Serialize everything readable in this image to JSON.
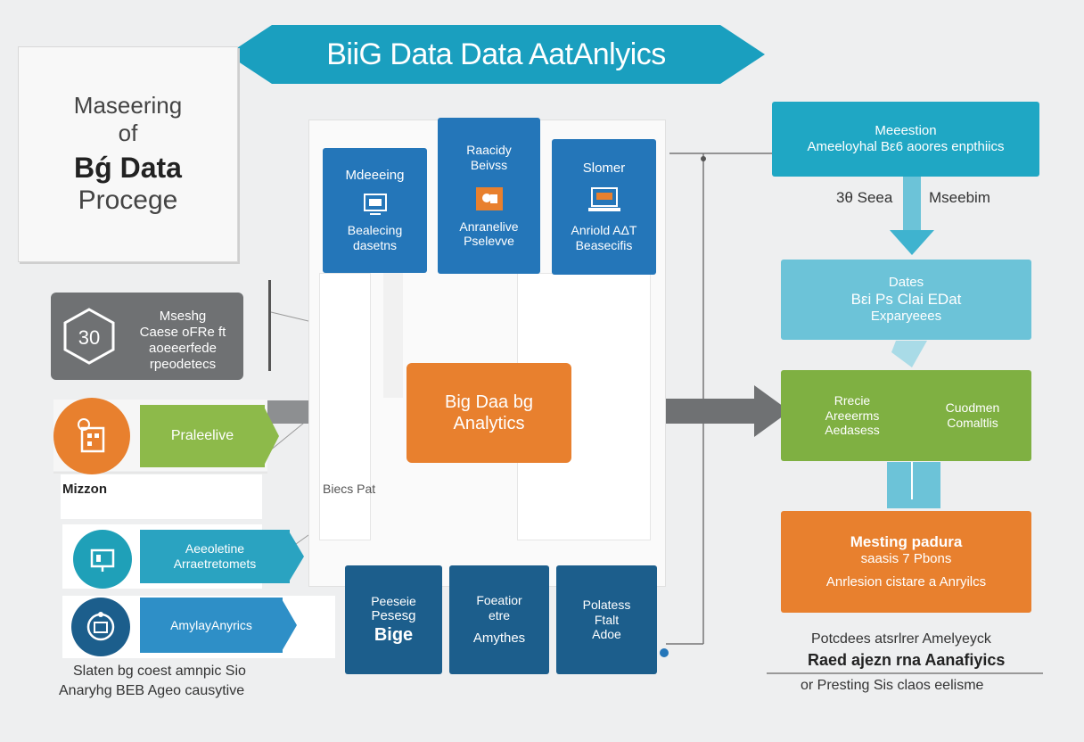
{
  "banner": {
    "title": "BiiG Data Data AatAnlyics",
    "color": "#1a9fbf"
  },
  "title_card": {
    "line1": "Maseering",
    "line2": "of",
    "line3": "Bǵ Data",
    "line4": "Procege"
  },
  "left": {
    "grey_block": {
      "icon_text": "30",
      "text": [
        "Mseshg",
        "Caese oFRe ft",
        "aoeeerfede",
        "rpeodetecs"
      ]
    },
    "green_pill": "Praleelive",
    "brand": "Mizzon",
    "teal_pill": [
      "Aeeoletine",
      "Arraetretomets"
    ],
    "blue_pill": "AmylayAnyrics",
    "caption1": "Slaten bg coest amnpic Sio",
    "caption2": "Anaryhg BEB Ageo causytive"
  },
  "center": {
    "card1": {
      "title": "Mdeeeing",
      "sub": [
        "Bealecing",
        "dasetns"
      ]
    },
    "card2": {
      "title": [
        "Raacidy",
        "Beivss"
      ],
      "sub": [
        "Anranelive",
        "Pselevve"
      ]
    },
    "card3": {
      "title": "Slomer",
      "sub": [
        "Anriold AΔT",
        "Beasecifis"
      ]
    },
    "core": [
      "Big Daa bg",
      "Analytics"
    ],
    "side_label": "Biecs Pat",
    "bottom1": [
      "Peeseie",
      "Pesesg",
      "Bige"
    ],
    "bottom2": [
      "Foeatior",
      "etre",
      "Amythes"
    ],
    "bottom3": [
      "Polatess",
      "Ftalt",
      "Adoe"
    ]
  },
  "right": {
    "box1": [
      "Meeestion",
      "Ameeloyhal Bε6 aoores enpthiics"
    ],
    "label_left": "3θ Seea",
    "label_right": "Mseebim",
    "box2": [
      "Dates",
      "Bεi Ps Clai EDat",
      "Exparyeees"
    ],
    "box3": {
      "left": [
        "Rrecie",
        "Areeerms",
        "Aedasess"
      ],
      "right": [
        "Cuodmen",
        "Comaltlis"
      ]
    },
    "box4": [
      "Mesting padura",
      "saasis 7 Pbons",
      "Anrlesion cistare a Anryilcs"
    ],
    "caption1": "Potcdees atsrlrer Amelyeyck",
    "caption2": "Raed ajezn rna Aanafiyics",
    "caption3": "or Presting Sis claos eelisme"
  }
}
